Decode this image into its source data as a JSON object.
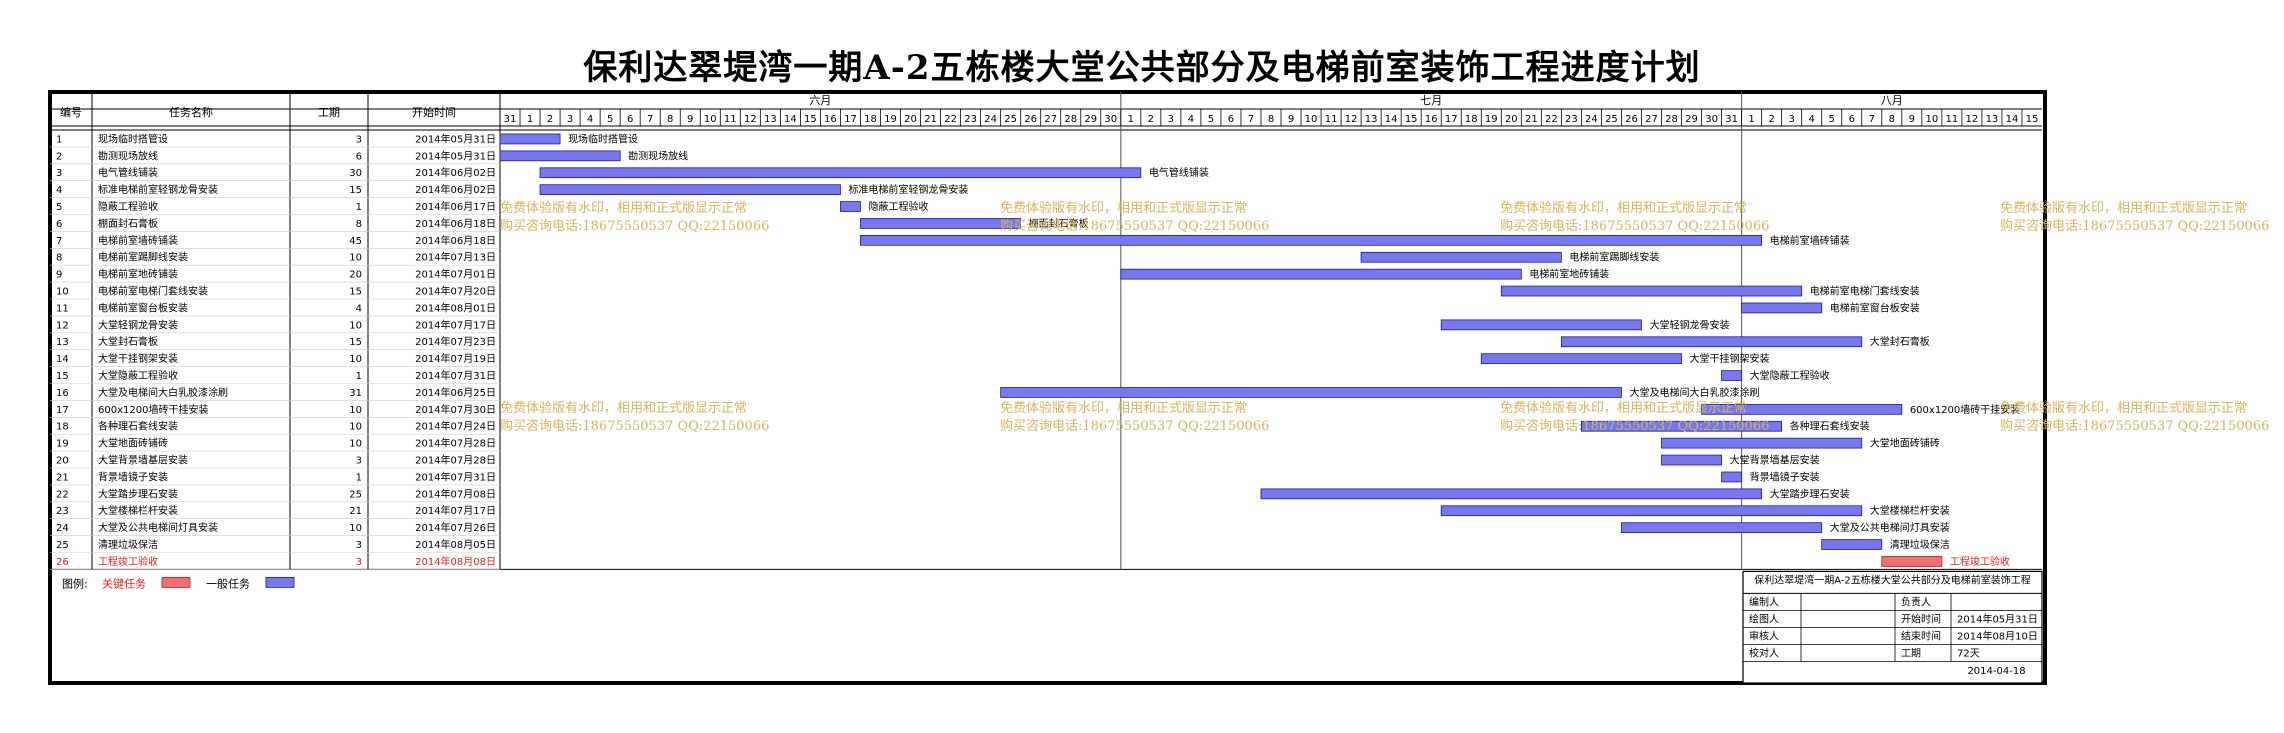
{
  "page": {
    "title": "保利达翠堤湾一期A-2五栋楼大堂公共部分及电梯前室装饰工程进度计划"
  },
  "columns": {
    "id": "编号",
    "name": "任务名称",
    "duration": "工期",
    "start": "开始时间"
  },
  "months": [
    {
      "label": "六月",
      "start": "2014-06-01",
      "end": "2014-06-30"
    },
    {
      "label": "七月",
      "start": "2014-07-01",
      "end": "2014-07-31"
    },
    {
      "label": "八月",
      "start": "2014-08-01",
      "end": "2014-08-15"
    }
  ],
  "day_labels": [
    "31",
    "1",
    "2",
    "3",
    "4",
    "5",
    "6",
    "7",
    "8",
    "9",
    "10",
    "11",
    "12",
    "13",
    "14",
    "15",
    "16",
    "17",
    "18",
    "19",
    "20",
    "21",
    "22",
    "23",
    "24",
    "25",
    "26",
    "27",
    "28",
    "29",
    "30",
    "1",
    "2",
    "3",
    "4",
    "5",
    "6",
    "7",
    "8",
    "9",
    "10",
    "11",
    "12",
    "13",
    "14",
    "15",
    "16",
    "17",
    "18",
    "19",
    "20",
    "21",
    "22",
    "23",
    "24",
    "25",
    "26",
    "27",
    "28",
    "29",
    "30",
    "31",
    "1",
    "2",
    "3",
    "4",
    "5",
    "6",
    "7",
    "8",
    "9",
    "10",
    "11",
    "12",
    "13",
    "14",
    "15"
  ],
  "timeline": {
    "start": "2014-05-31",
    "end": "2014-08-15"
  },
  "colors": {
    "critical": "#f07070",
    "normal": "#7878ee",
    "critical_text": "#e02020",
    "watermark": "#d8b45a"
  },
  "chart_data": {
    "type": "gantt",
    "title": "保利达翠堤湾一期A-2五栋楼大堂公共部分及电梯前室装饰工程进度计划",
    "tasks": [
      {
        "id": "1",
        "name": "现场临时搭管设",
        "duration": 3,
        "start": "2014年05月31日",
        "start_iso": "2014-05-31",
        "critical": false
      },
      {
        "id": "2",
        "name": "勘测现场放线",
        "duration": 6,
        "start": "2014年05月31日",
        "start_iso": "2014-05-31",
        "critical": false
      },
      {
        "id": "3",
        "name": "电气管线铺装",
        "duration": 30,
        "start": "2014年06月02日",
        "start_iso": "2014-06-02",
        "critical": false
      },
      {
        "id": "4",
        "name": "标准电梯前室轻钢龙骨安装",
        "duration": 15,
        "start": "2014年06月02日",
        "start_iso": "2014-06-02",
        "critical": false
      },
      {
        "id": "5",
        "name": "隐蔽工程验收",
        "duration": 1,
        "start": "2014年06月17日",
        "start_iso": "2014-06-17",
        "critical": false
      },
      {
        "id": "6",
        "name": "棚面封石膏板",
        "duration": 8,
        "start": "2014年06月18日",
        "start_iso": "2014-06-18",
        "critical": false
      },
      {
        "id": "7",
        "name": "电梯前室墙砖铺装",
        "duration": 45,
        "start": "2014年06月18日",
        "start_iso": "2014-06-18",
        "critical": false
      },
      {
        "id": "8",
        "name": "电梯前室踢脚线安装",
        "duration": 10,
        "start": "2014年07月13日",
        "start_iso": "2014-07-13",
        "critical": false
      },
      {
        "id": "9",
        "name": "电梯前室地砖铺装",
        "duration": 20,
        "start": "2014年07月01日",
        "start_iso": "2014-07-01",
        "critical": false
      },
      {
        "id": "10",
        "name": "电梯前室电梯门套线安装",
        "duration": 15,
        "start": "2014年07月20日",
        "start_iso": "2014-07-20",
        "critical": false
      },
      {
        "id": "11",
        "name": "电梯前室窗台板安装",
        "duration": 4,
        "start": "2014年08月01日",
        "start_iso": "2014-08-01",
        "critical": false
      },
      {
        "id": "12",
        "name": "大堂轻钢龙骨安装",
        "duration": 10,
        "start": "2014年07月17日",
        "start_iso": "2014-07-17",
        "critical": false
      },
      {
        "id": "13",
        "name": "大堂封石膏板",
        "duration": 15,
        "start": "2014年07月23日",
        "start_iso": "2014-07-23",
        "critical": false
      },
      {
        "id": "14",
        "name": "大堂干挂钢架安装",
        "duration": 10,
        "start": "2014年07月19日",
        "start_iso": "2014-07-19",
        "critical": false
      },
      {
        "id": "15",
        "name": "大堂隐蔽工程验收",
        "duration": 1,
        "start": "2014年07月31日",
        "start_iso": "2014-07-31",
        "critical": false
      },
      {
        "id": "16",
        "name": "大堂及电梯间大白乳胶漆涂刷",
        "duration": 31,
        "start": "2014年06月25日",
        "start_iso": "2014-06-25",
        "critical": false
      },
      {
        "id": "17",
        "name": "600x1200墙砖干挂安装",
        "duration": 10,
        "start": "2014年07月30日",
        "start_iso": "2014-07-30",
        "critical": false
      },
      {
        "id": "18",
        "name": "各种理石套线安装",
        "duration": 10,
        "start": "2014年07月24日",
        "start_iso": "2014-07-24",
        "critical": false
      },
      {
        "id": "19",
        "name": "大堂地面砖铺砖",
        "duration": 10,
        "start": "2014年07月28日",
        "start_iso": "2014-07-28",
        "critical": false
      },
      {
        "id": "20",
        "name": "大堂背景墙基层安装",
        "duration": 3,
        "start": "2014年07月28日",
        "start_iso": "2014-07-28",
        "critical": false
      },
      {
        "id": "21",
        "name": "背景墙镜子安装",
        "duration": 1,
        "start": "2014年07月31日",
        "start_iso": "2014-07-31",
        "critical": false
      },
      {
        "id": "22",
        "name": "大堂踏步理石安装",
        "duration": 25,
        "start": "2014年07月08日",
        "start_iso": "2014-07-08",
        "critical": false
      },
      {
        "id": "23",
        "name": "大堂楼梯栏杆安装",
        "duration": 21,
        "start": "2014年07月17日",
        "start_iso": "2014-07-17",
        "critical": false
      },
      {
        "id": "24",
        "name": "大堂及公共电梯间灯具安装",
        "duration": 10,
        "start": "2014年07月26日",
        "start_iso": "2014-07-26",
        "critical": false
      },
      {
        "id": "25",
        "name": "清理垃圾保洁",
        "duration": 3,
        "start": "2014年08月05日",
        "start_iso": "2014-08-05",
        "critical": false
      },
      {
        "id": "26",
        "name": "工程竣工验收",
        "duration": 3,
        "start": "2014年08月08日",
        "start_iso": "2014-08-08",
        "critical": true
      }
    ]
  },
  "legend": {
    "label": "图例:",
    "critical": "关键任务",
    "normal": "一般任务"
  },
  "info_box": {
    "title": "保利达翠堤湾一期A-2五栋楼大堂公共部分及电梯前室装饰工程",
    "rows": [
      [
        "编制人",
        "",
        "负责人",
        ""
      ],
      [
        "绘图人",
        "",
        "开始时间",
        "2014年05月31日"
      ],
      [
        "审核人",
        "",
        "结束时间",
        "2014年08月10日"
      ],
      [
        "校对人",
        "",
        "工期",
        "72天"
      ]
    ],
    "date": "2014-04-18"
  },
  "watermark": {
    "line1": "免费体验版有水印，相用和正式版显示正常",
    "line2": "购买咨询电话:18675550537 QQ:22150066"
  }
}
